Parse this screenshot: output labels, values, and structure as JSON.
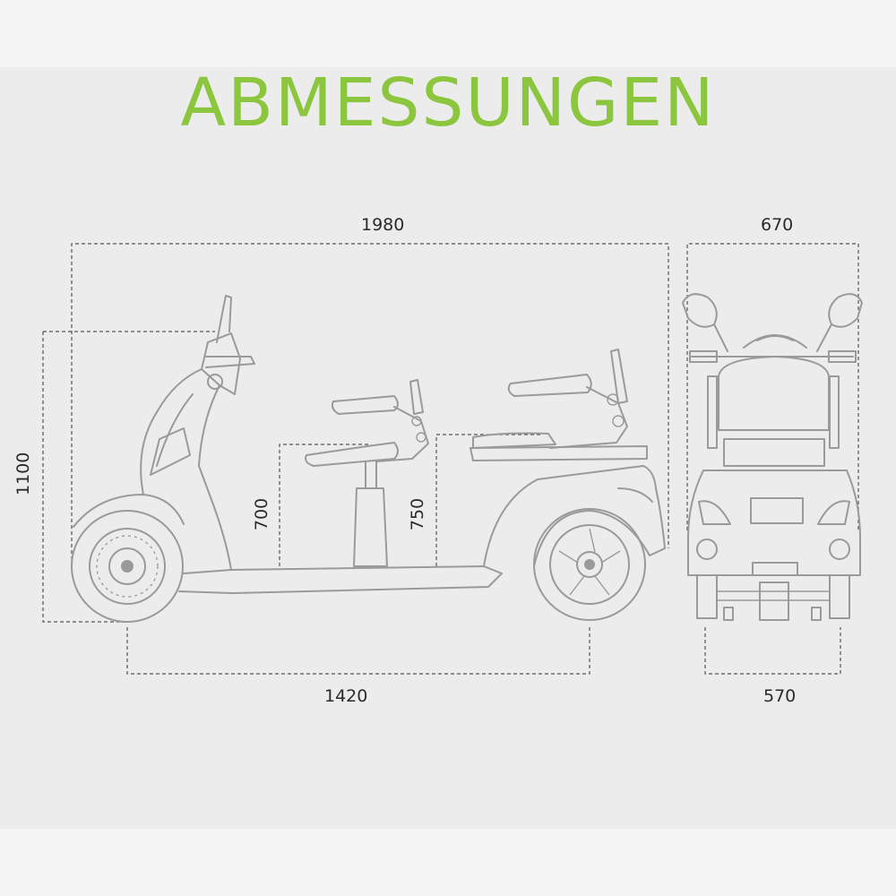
{
  "title": "ABMESSUNGEN",
  "colors": {
    "title": "#8cc63f",
    "outline": "#9a9a9a",
    "dimension_line": "#555555",
    "background": "#ececec"
  },
  "dimensions": {
    "overall_length": "1980",
    "wheelbase": "1420",
    "overall_height": "1100",
    "front_seat_height": "700",
    "rear_seat_height": "750",
    "overall_width": "670",
    "rear_track": "570"
  }
}
